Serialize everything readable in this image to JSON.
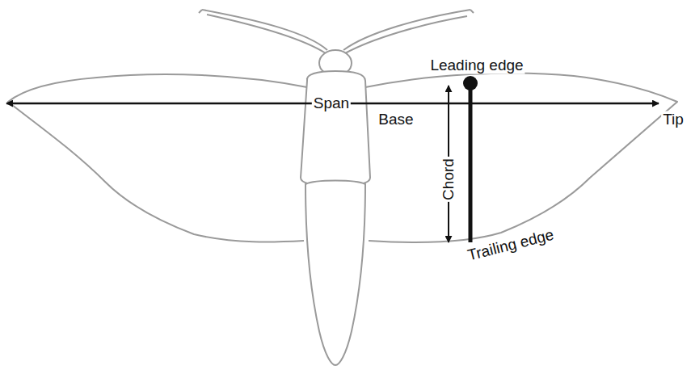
{
  "diagram": {
    "labels": [
      "Leading edge",
      "Span",
      "Base",
      "Tip",
      "Chord",
      "Trailing edge"
    ]
  }
}
